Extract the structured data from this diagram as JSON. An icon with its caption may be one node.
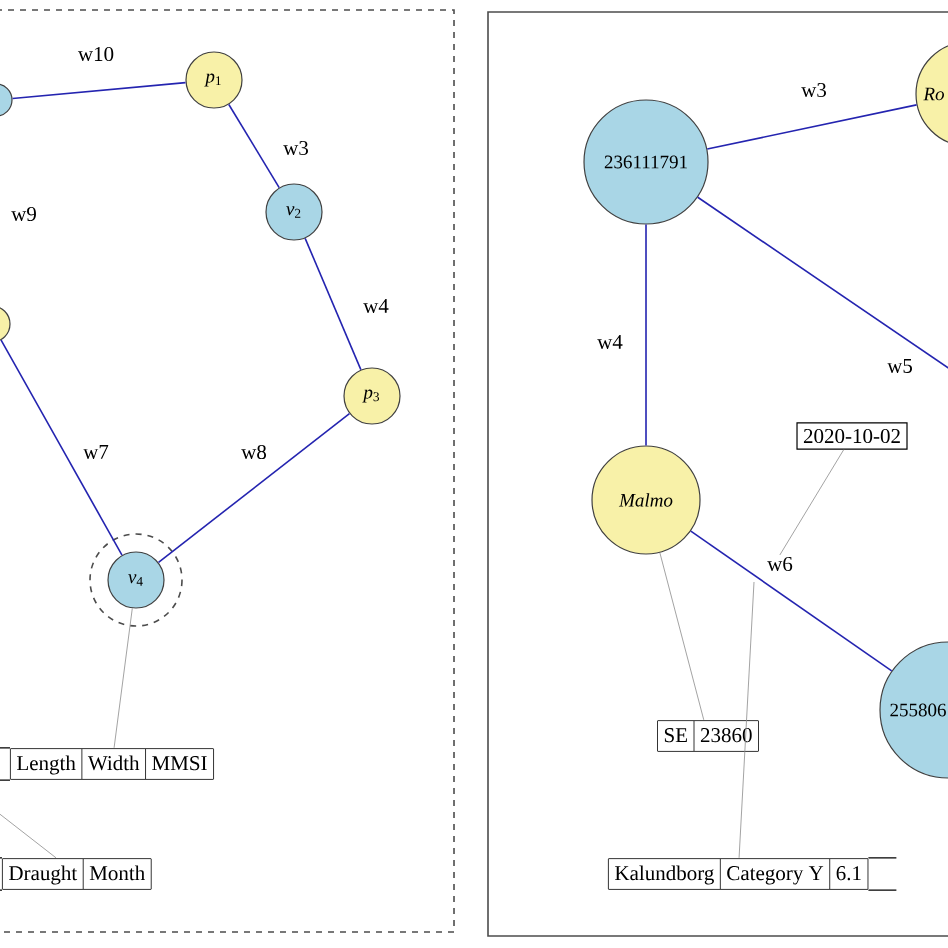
{
  "diagram": {
    "nodes": [
      {
        "text": [],
        "shape": "circle"
      },
      {
        "text": [
          "*p*$_{1}$"
        ]
      },
      {
        "text": [
          "*v*$_{2}$"
        ]
      },
      {
        "text": [
          "*p*$_{3}$"
        ]
      },
      {
        "text": [],
        "shape": "circle"
      },
      {
        "text": [
          "*v*$_{4}$"
        ]
      },
      {
        "text": [
          "Length",
          "Width",
          "MMSI"
        ]
      },
      {
        "text": [
          "Draught",
          "Month"
        ]
      },
      {
        "text": [
          "236111791"
        ]
      },
      {
        "text": [
          "Ro"
        ]
      },
      {
        "text": [
          "Malmo"
        ]
      },
      {
        "text": [
          "255806"
        ]
      },
      {
        "text": [
          "2020-10-02"
        ]
      },
      {
        "text": [
          "SE",
          "23860"
        ]
      },
      {
        "text": [
          "Kalundborg",
          "Category Y",
          "6.1"
        ]
      }
    ],
    "edges": [
      {
        "from": 0,
        "to": 1,
        "arrow": "none",
        "label": "w10"
      },
      {
        "from": 1,
        "to": 2,
        "arrow": "none",
        "label": "w3"
      },
      {
        "from": 2,
        "to": 3,
        "arrow": "none",
        "label": "w4"
      },
      {
        "from": 3,
        "to": 5,
        "arrow": "none",
        "label": "w8"
      },
      {
        "from": 4,
        "to": 5,
        "arrow": "none",
        "label": "w7"
      },
      {
        "from": 6,
        "to": 5,
        "arrow": "none",
        "color": "#8c8c8c"
      },
      {
        "from": 7,
        "to": null,
        "arrow": "none",
        "color": "#8c8c8c"
      },
      {
        "from": 8,
        "to": 9,
        "arrow": "none",
        "label": "w3"
      },
      {
        "from": 8,
        "to": 10,
        "arrow": "none",
        "label": "w4"
      },
      {
        "from": 8,
        "to": null,
        "arrow": "none",
        "label": "w5"
      },
      {
        "from": 10,
        "to": 11,
        "arrow": "none",
        "label": "w6"
      },
      {
        "from": 12,
        "to": null,
        "arrow": "none",
        "color": "#8c8c8c"
      },
      {
        "from": 13,
        "to": 10,
        "arrow": "none",
        "color": "#8c8c8c"
      },
      {
        "from": 14,
        "to": null,
        "arrow": "none",
        "color": "#8c8c8c"
      }
    ],
    "labels": [
      "w9"
    ]
  }
}
